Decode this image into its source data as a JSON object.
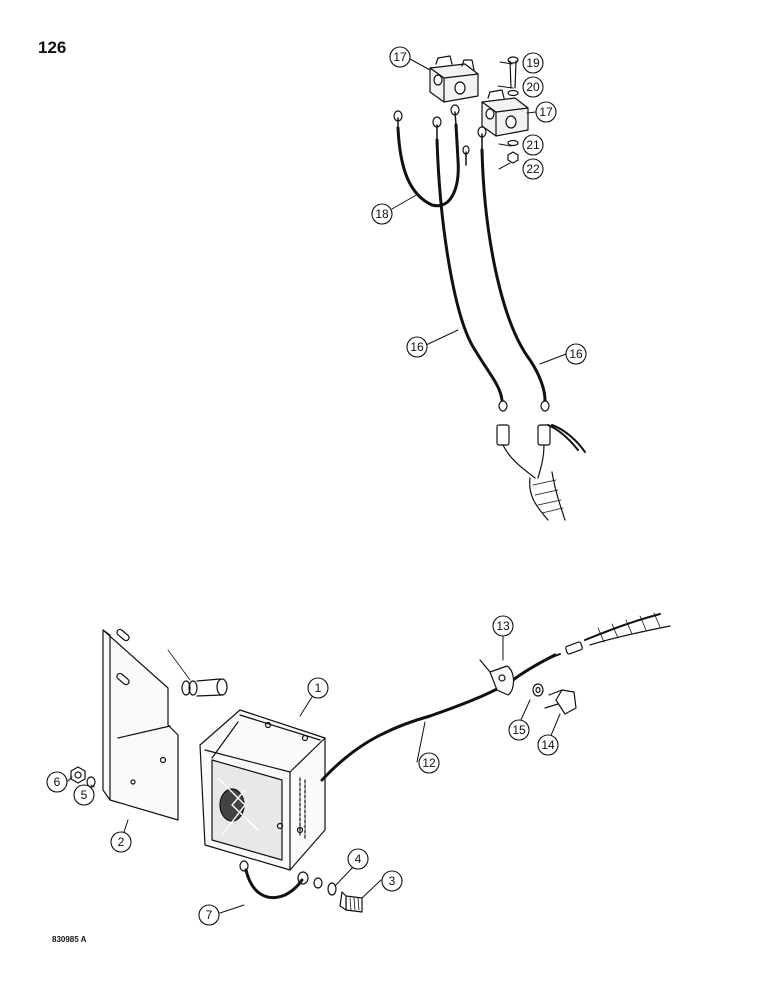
{
  "page_number": "126",
  "figure_code": "830985 A",
  "callouts": {
    "c1": "1",
    "c2": "2",
    "c3": "3",
    "c4": "4",
    "c5": "5",
    "c6": "6",
    "c7": "7",
    "c12": "12",
    "c13": "13",
    "c14": "14",
    "c15": "15",
    "c16a": "16",
    "c16b": "16",
    "c17a": "17",
    "c17b": "17",
    "c18": "18",
    "c19": "19",
    "c20": "20",
    "c21": "21",
    "c22": "22"
  }
}
